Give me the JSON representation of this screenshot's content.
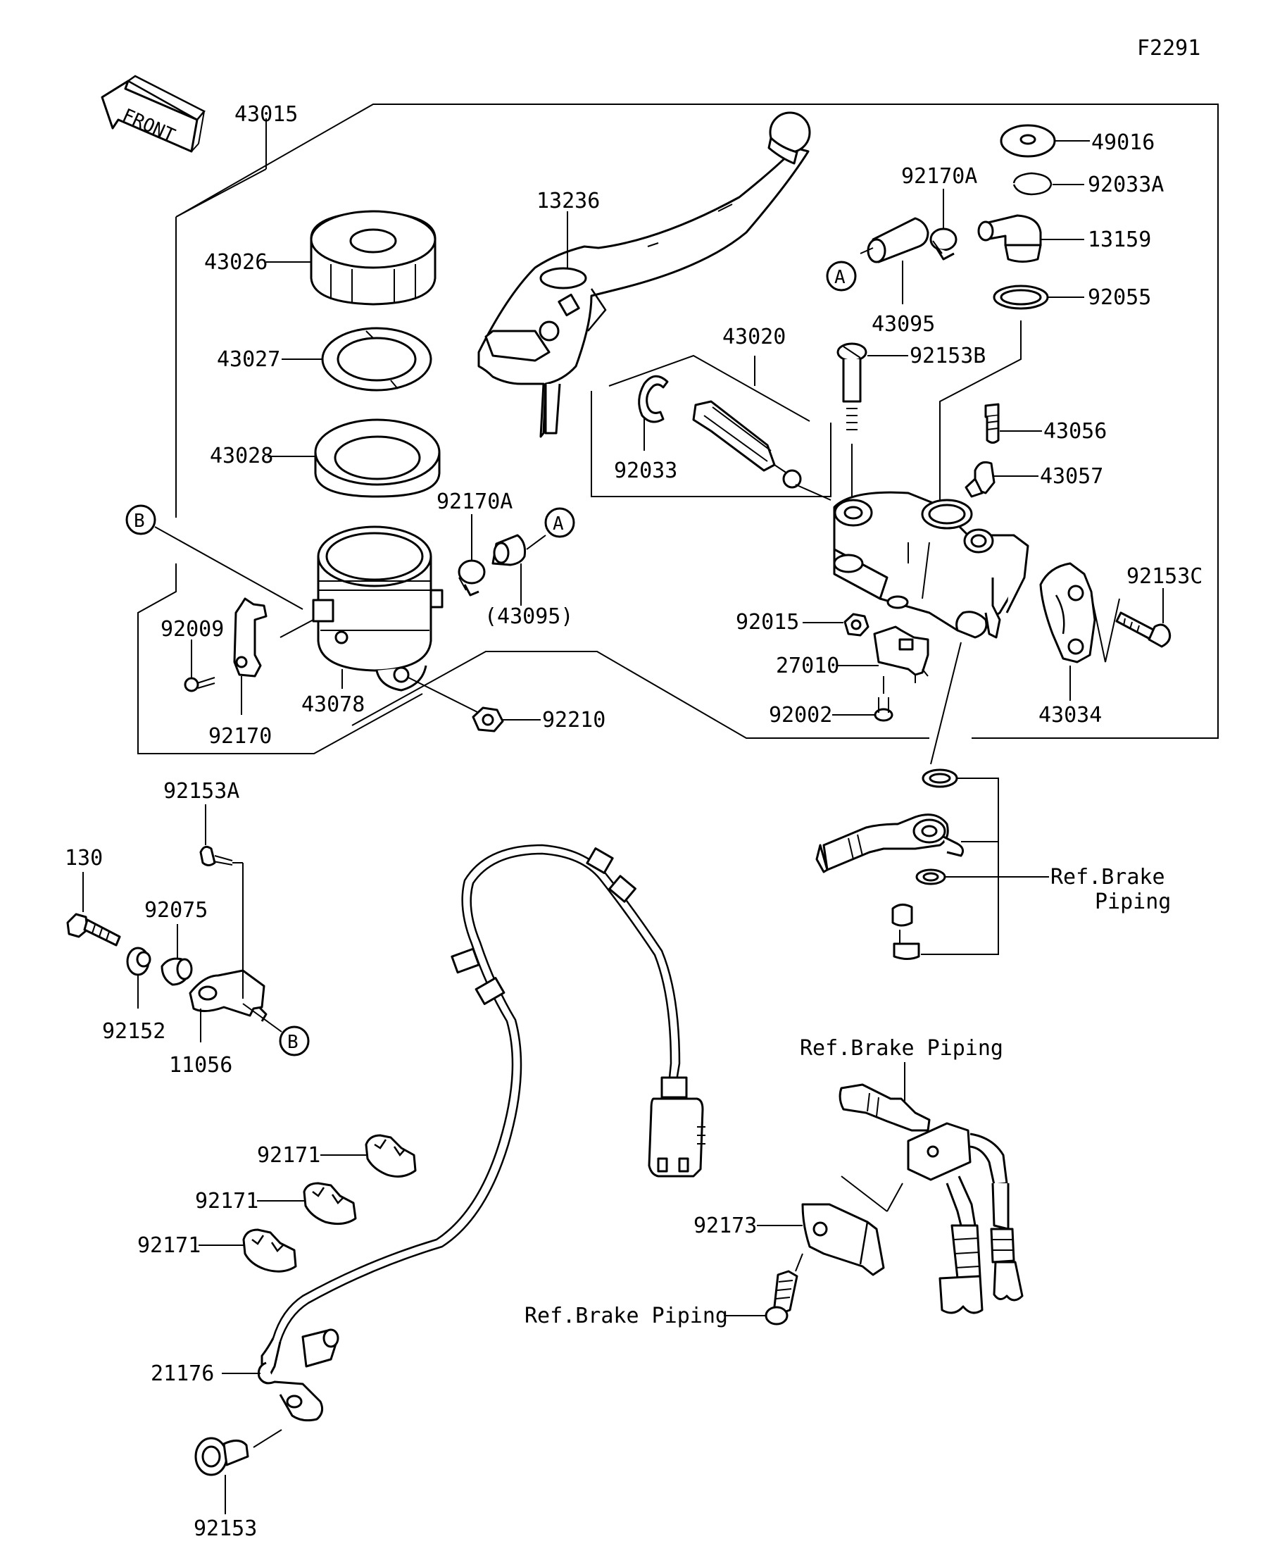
{
  "figure_code": "F2291",
  "front_label": "FRONT",
  "parts": {
    "p43015": "43015",
    "p43026": "43026",
    "p43027": "43027",
    "p43028": "43028",
    "p13236": "13236",
    "p43020": "43020",
    "p92033": "92033",
    "p92170A_top": "92170A",
    "p43095": "43095",
    "p49016": "49016",
    "p92033A": "92033A",
    "p13159": "13159",
    "p92055": "92055",
    "p92153B": "92153B",
    "p43056": "43056",
    "p43057": "43057",
    "p92153C": "92153C",
    "p92170A_mid": "92170A",
    "p43095_paren": "(43095)",
    "p92009": "92009",
    "p92170": "92170",
    "p43078": "43078",
    "p92210": "92210",
    "p92015": "92015",
    "p27010": "27010",
    "p92002": "92002",
    "p43034": "43034",
    "p92153A": "92153A",
    "p130": "130",
    "p92075": "92075",
    "p92152": "92152",
    "p11056": "11056",
    "p92171_a": "92171",
    "p92171_b": "92171",
    "p92171_c": "92171",
    "p21176": "21176",
    "p92153": "92153",
    "p92173": "92173"
  },
  "refs": {
    "ref_brake_1": "Ref.Brake",
    "ref_brake_1b": "Piping",
    "ref_brake_2": "Ref.Brake Piping",
    "ref_brake_3": "Ref.Brake Piping"
  },
  "callouts": {
    "A": "A",
    "B": "B"
  }
}
